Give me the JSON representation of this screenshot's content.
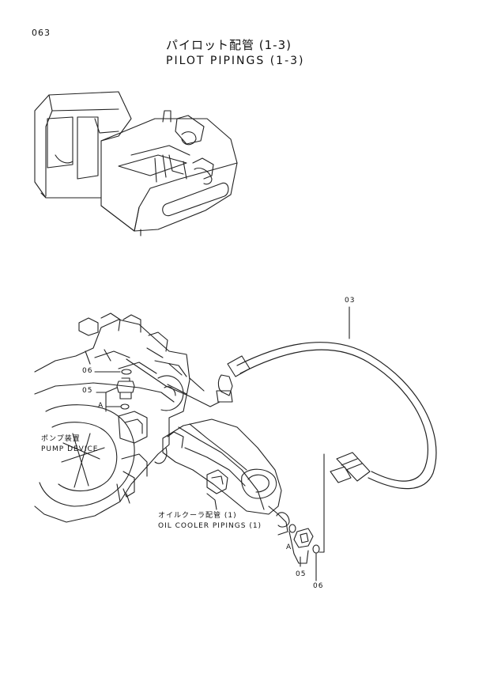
{
  "page_number": "063",
  "title_ja": "パイロット配管 (1-3)",
  "title_en": "PILOT PIPINGS (1-3)",
  "callouts": {
    "p03": "03",
    "p05_left": "05",
    "p06_left": "06",
    "p05_bottom": "05",
    "p06_bottom": "06",
    "a_left": "A",
    "a_bottom": "A"
  },
  "labels": {
    "pump_ja": "ポンプ装置",
    "pump_en": "PUMP DEVICE",
    "oil_ja": "オイルクーラ配管 (1)",
    "oil_en": "OIL COOLER PIPINGS (1)"
  }
}
